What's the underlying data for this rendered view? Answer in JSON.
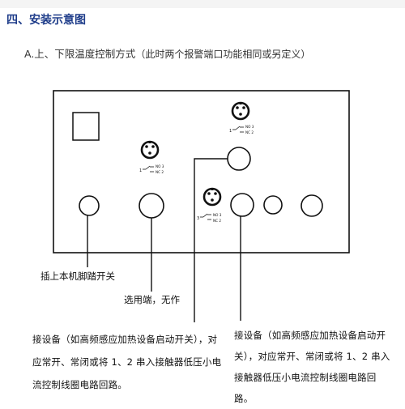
{
  "section": {
    "title": "四、安装示意图"
  },
  "subheading": {
    "label": "A.上、下限温度控制方式",
    "note": "（此时两个报警端口功能相同或另定义）"
  },
  "terminals": {
    "pin_1": "1",
    "pin_3": "3",
    "no_label": "NO 3",
    "nc_label": "NC 2"
  },
  "callouts": {
    "plug": "插上本机脚踏开关",
    "toggle": "选用端，无作",
    "alarm_a": "接设备（如高频感应加热设备启动开关），对应常开、常闭或将 1、2 串入接触器低压小电流控制线圈电路回路。",
    "alarm_b": "接设备（如高频感应加热设备启动开关），对应常开、常闭或将 1、2 串入接触器低压小电流控制线圈电路回路。"
  }
}
